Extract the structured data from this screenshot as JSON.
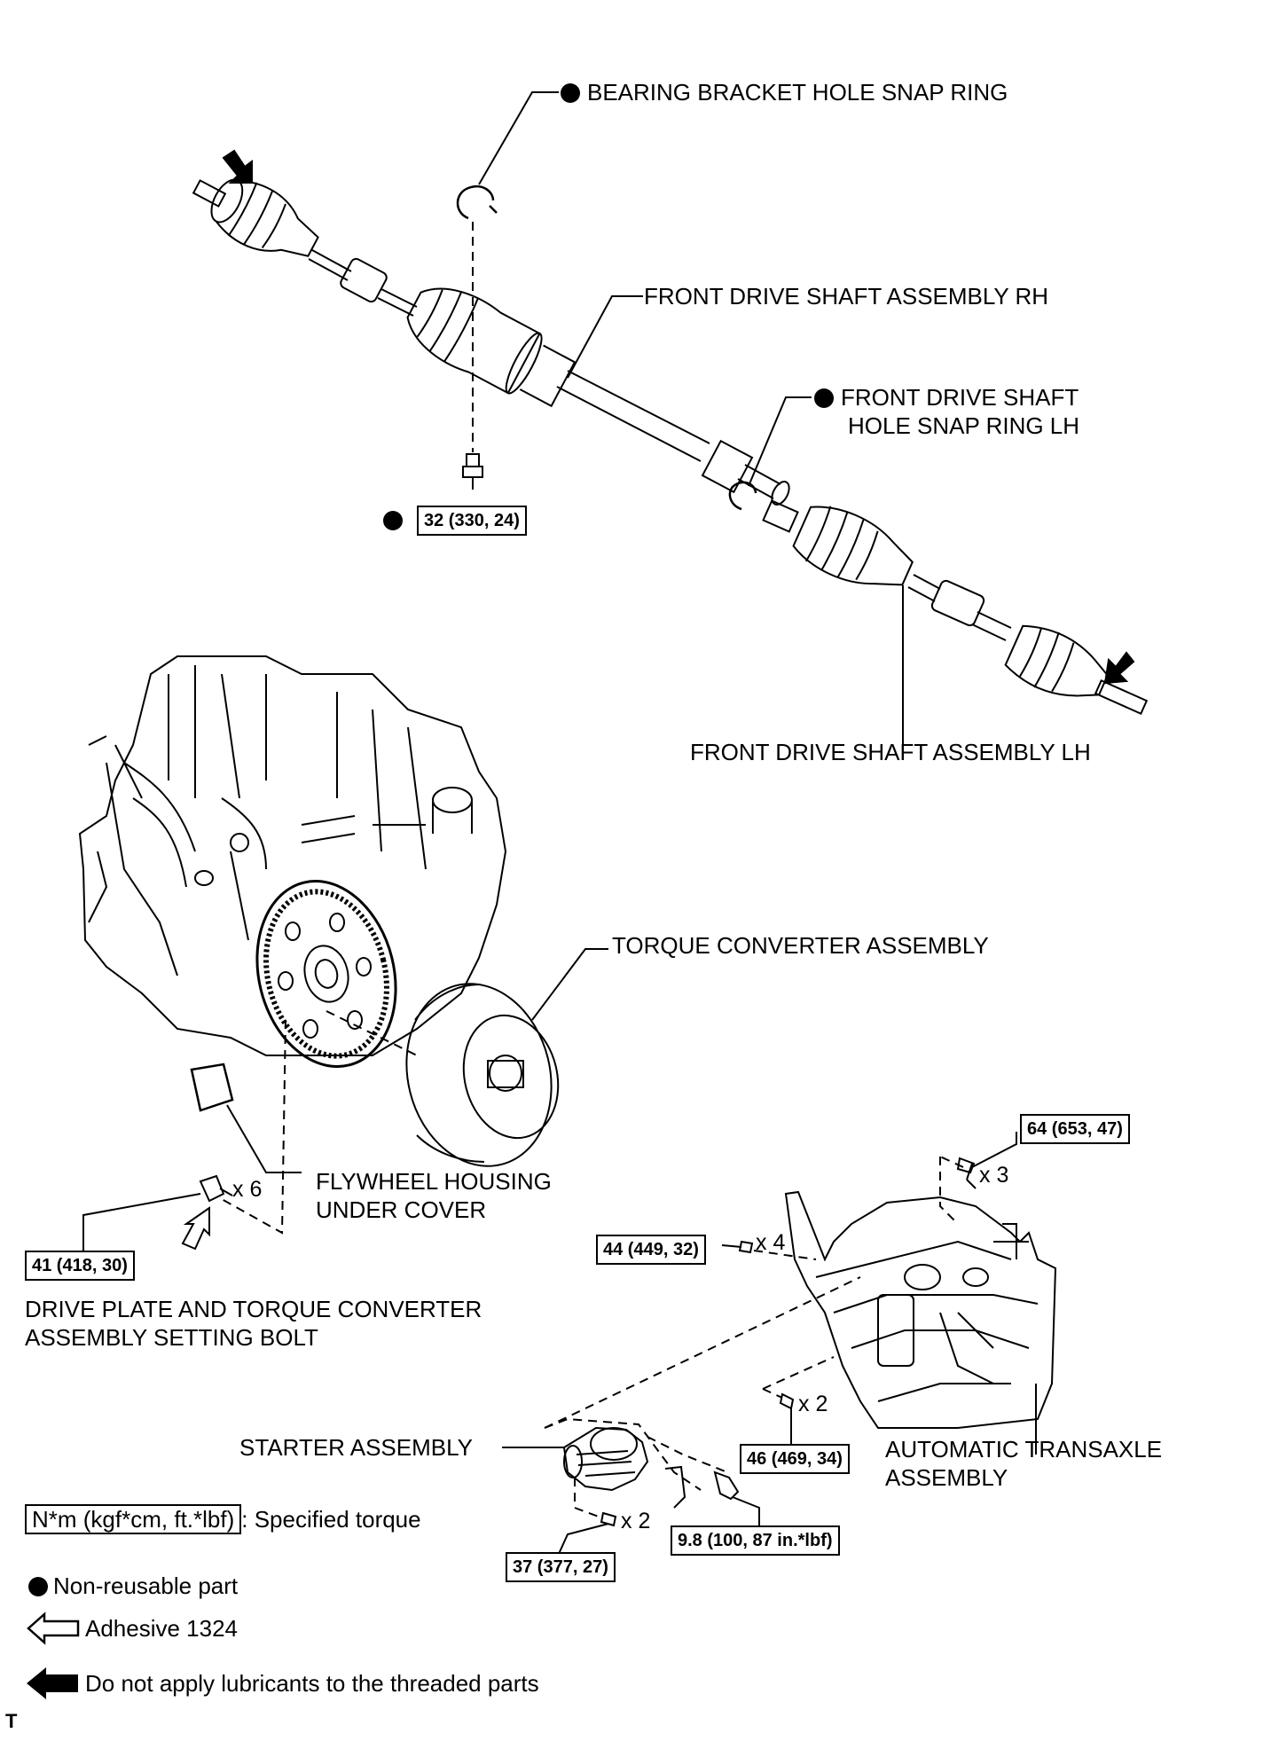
{
  "labels": {
    "bearing_snap_ring": "BEARING BRACKET HOLE SNAP RING",
    "shaft_rh": "FRONT DRIVE SHAFT ASSEMBLY RH",
    "snap_ring_lh_line1": "FRONT DRIVE SHAFT",
    "snap_ring_lh_line2": "HOLE SNAP RING LH",
    "shaft_lh": "FRONT DRIVE SHAFT ASSEMBLY LH",
    "torque_converter": "TORQUE CONVERTER ASSEMBLY",
    "flywheel_cover_line1": "FLYWHEEL HOUSING",
    "flywheel_cover_line2": "UNDER COVER",
    "setting_bolt_line1": "DRIVE PLATE AND TORQUE CONVERTER",
    "setting_bolt_line2": "ASSEMBLY SETTING BOLT",
    "starter": "STARTER ASSEMBLY",
    "transaxle_line1": "AUTOMATIC TRANSAXLE",
    "transaxle_line2": "ASSEMBLY"
  },
  "torques": {
    "bearing_bolt": "32 (330, 24)",
    "setting_bolt": "41 (418, 30)",
    "transaxle_top": "64 (653, 47)",
    "transaxle_left": "44 (449, 32)",
    "transaxle_lower": "46 (469, 34)",
    "starter_bolt": "37 (377, 27)",
    "starter_terminal": "9.8 (100, 87 in.*lbf)"
  },
  "quantities": {
    "setting_bolt": "x 6",
    "transaxle_top": "x 3",
    "transaxle_left": "x 4",
    "transaxle_lower": "x 2",
    "starter_bolt": "x 2"
  },
  "legend": {
    "torque_unit": "N*m (kgf*cm, ft.*lbf)",
    "torque_desc": ": Specified torque",
    "non_reusable": "Non-reusable part",
    "adhesive": "Adhesive 1324",
    "no_lubricant": "Do not apply lubricants to the threaded parts"
  },
  "corner_mark": "T"
}
